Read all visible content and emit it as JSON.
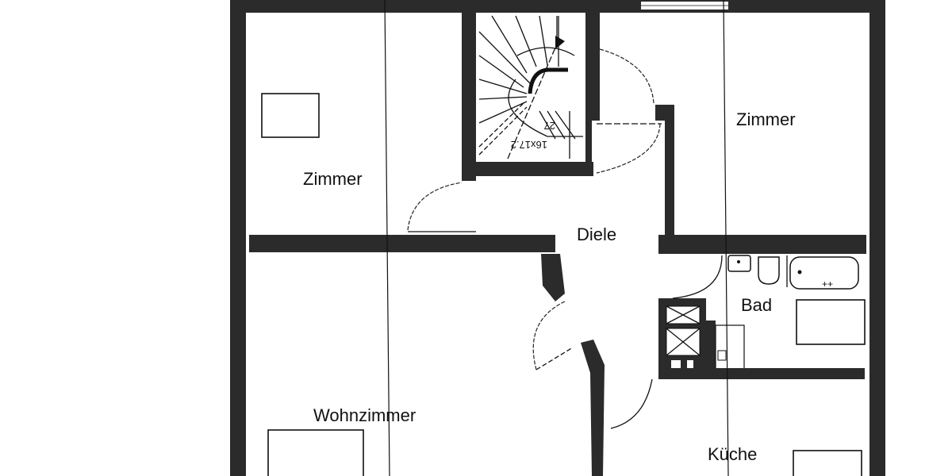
{
  "plan": {
    "type": "floor-plan",
    "colors": {
      "wall": "#2b2b2b",
      "background": "#ffffff",
      "line": "#111111"
    },
    "rooms": [
      {
        "id": "zimmer-left",
        "label": "Zimmer"
      },
      {
        "id": "zimmer-right",
        "label": "Zimmer"
      },
      {
        "id": "diele",
        "label": "Diele"
      },
      {
        "id": "bad",
        "label": "Bad"
      },
      {
        "id": "wohnzimmer",
        "label": "Wohnzimmer"
      },
      {
        "id": "kueche",
        "label": "Küche"
      }
    ],
    "stair": {
      "steps_label": "27",
      "dimension_label": "16x17.2"
    }
  }
}
